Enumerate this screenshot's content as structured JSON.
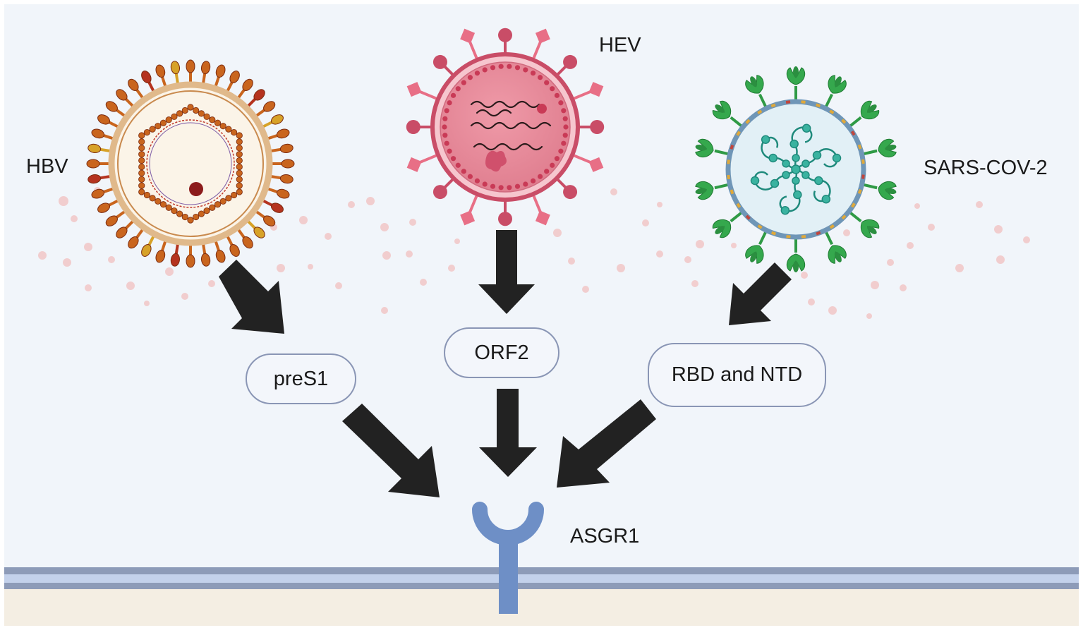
{
  "viruses": {
    "hbv": {
      "label": "HBV"
    },
    "hev": {
      "label": "HEV"
    },
    "sars": {
      "label": "SARS-COV-2"
    }
  },
  "proteins": {
    "hbv": {
      "label": "preS1"
    },
    "hev": {
      "label": "ORF2"
    },
    "sars": {
      "label": "RBD and NTD"
    }
  },
  "receptor": {
    "label": "ASGR1"
  },
  "colors": {
    "background": "#f1f5fa",
    "membrane": "#8d9bb8",
    "cytoplasm": "#f4eee3",
    "arrow": "#222222",
    "receptor": "#6e8fc6",
    "hbv_envelope": "#e0b98b",
    "hev_capsid": "#e7909d",
    "sars_envelope": "#6f96b7",
    "sars_spike": "#2f9a45"
  }
}
